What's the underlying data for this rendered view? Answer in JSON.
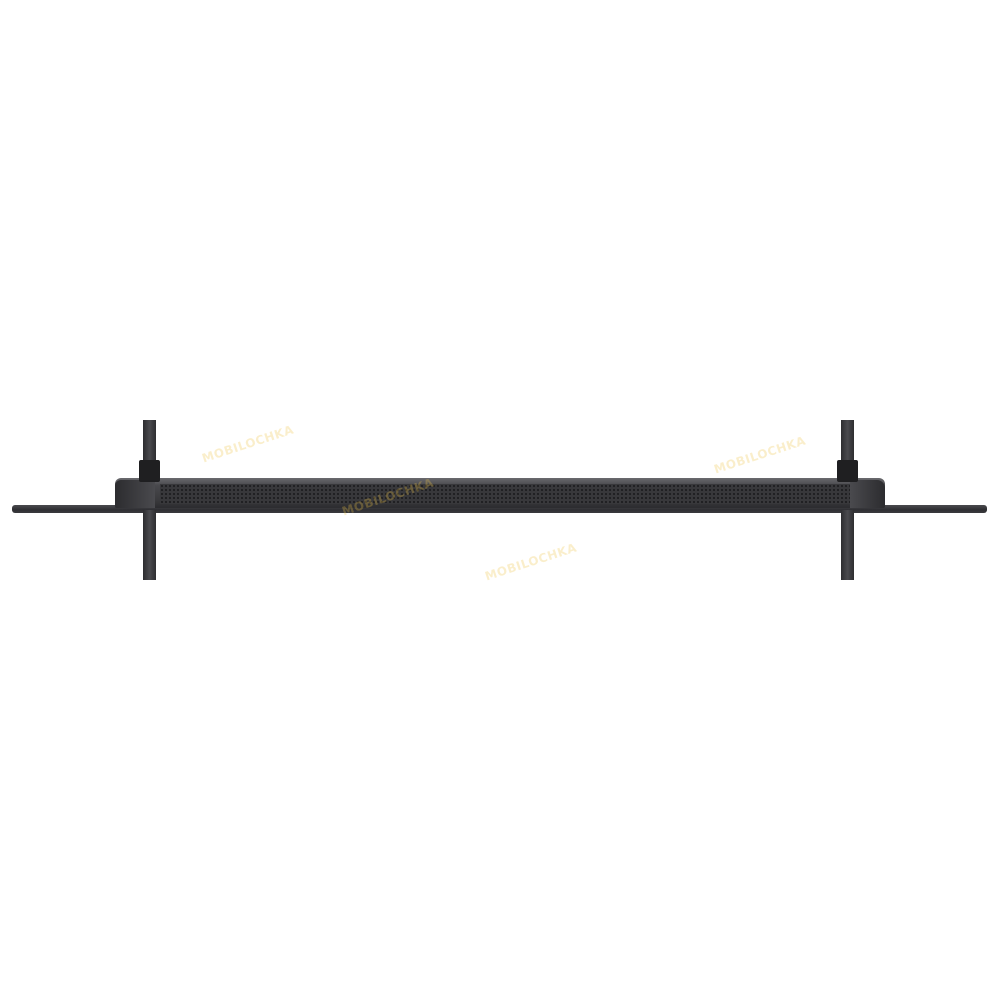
{
  "image": {
    "subject": "tv-top-view",
    "colors": {
      "background": "#ffffff",
      "body": "#38383b",
      "accent_watermark": "#f0c648"
    }
  },
  "watermarks": [
    {
      "text": "MOBILOCHKA"
    },
    {
      "text": "MOBILOCHKA"
    },
    {
      "text": "MOBILOCHKA"
    },
    {
      "text": "MOBILOCHKA"
    }
  ]
}
